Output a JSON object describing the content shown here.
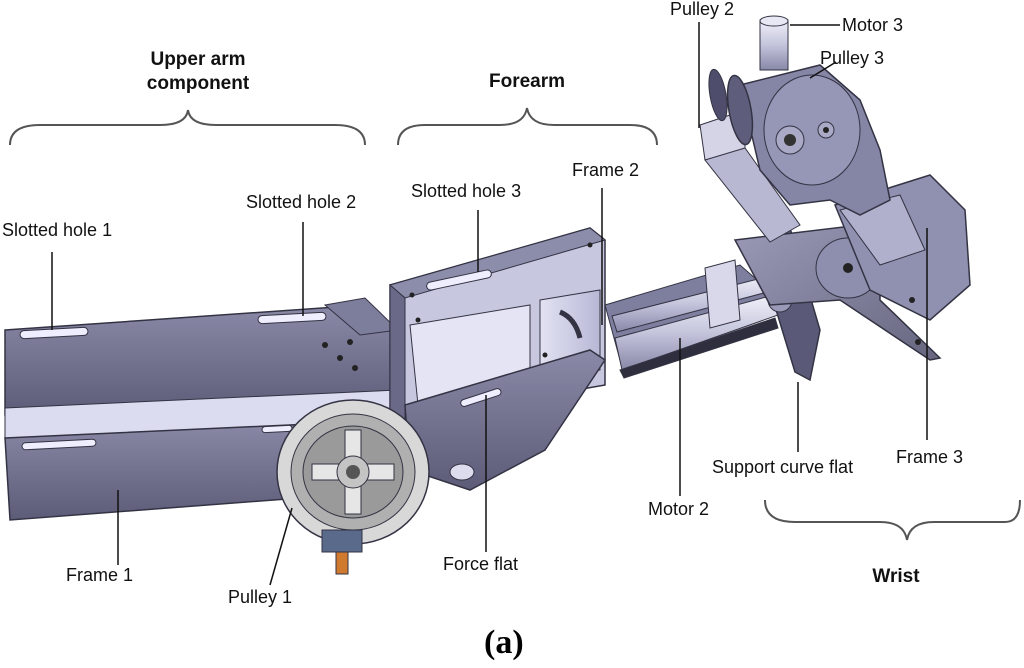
{
  "groups": {
    "upper_arm_line1": "Upper arm",
    "upper_arm_line2": "component",
    "forearm": "Forearm",
    "wrist": "Wrist"
  },
  "labels": {
    "slotted_hole_1": "Slotted hole 1",
    "slotted_hole_2": "Slotted hole 2",
    "slotted_hole_3": "Slotted hole 3",
    "frame_1": "Frame 1",
    "frame_2": "Frame 2",
    "frame_3": "Frame 3",
    "pulley_1": "Pulley 1",
    "pulley_2": "Pulley 2",
    "pulley_3": "Pulley 3",
    "motor_2": "Motor 2",
    "motor_3": "Motor 3",
    "force_flat": "Force flat",
    "support_curve_flat": "Support curve flat"
  },
  "caption": "(a)",
  "colors": {
    "metal": "#6b6b88",
    "metal_light": "#9a9ab8",
    "metal_pale": "#c9c9e2",
    "outline": "#333344",
    "pulley": "#c8c8c8",
    "accent": "#d07a30"
  }
}
